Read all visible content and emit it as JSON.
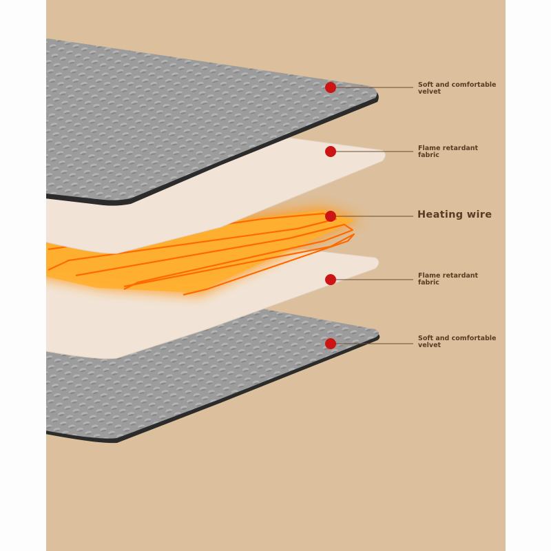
{
  "layers": [
    {
      "label": "Soft and comfortable\nvelvet",
      "material": "velvet",
      "size": "small"
    },
    {
      "label": "Flame retardant\nfabric",
      "material": "fabric",
      "size": "small"
    },
    {
      "label": "Heating wire",
      "material": "heating",
      "size": "big"
    },
    {
      "label": "Flame retardant\nfabric",
      "material": "fabric",
      "size": "small"
    },
    {
      "label": "Soft and comfortable\nvelvet",
      "material": "velvet",
      "size": "small"
    }
  ],
  "colors": {
    "background": "#dcbf9c",
    "velvet": "#9c9c9c",
    "velvet_edge": "#2b2b2b",
    "fabric": "#f1e4d7",
    "heating_glow": "#ff9a1a",
    "heating_wire": "#ff6a00",
    "marker": "#cc1414",
    "label_text": "#5a3a22"
  }
}
